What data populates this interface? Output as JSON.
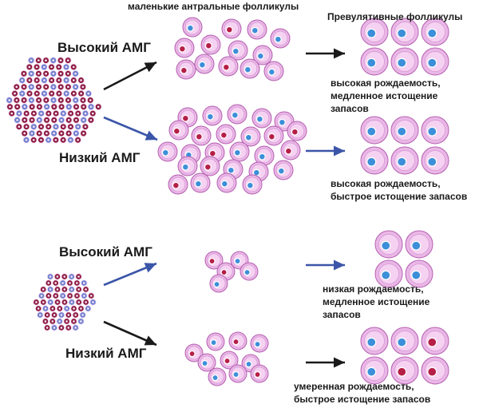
{
  "headers": {
    "small_antral": "маленькие антральные фолликулы",
    "preovulatory": "Превулятивные фолликулы"
  },
  "top": {
    "high_amg_label": "Высокий АМГ",
    "low_amg_label": "Низкий АМГ",
    "outcome_high": "высокая рождаемость, медленное истощение запасов",
    "outcome_low": "высокая рождаемость, быстрое истощение запасов"
  },
  "bottom": {
    "high_amg_label": "Высокий АМГ",
    "low_amg_label": "Низкий АМГ",
    "outcome_high": "низкая рождаемость, медленное истощение запасов",
    "outcome_low": "умеренная рождаемость, быстрое истощение запасов"
  },
  "colors": {
    "follicle_outer": "#e9b7e6",
    "follicle_inner": "#f6d2f2",
    "follicle_border": "#b45fb0",
    "oocyte_red": "#b51f47",
    "oocyte_blue": "#3c8fd8",
    "arrow_black": "#1a1a1a",
    "arrow_blue": "#3b55a8",
    "cluster_red": "#8e1a3f",
    "cluster_blue": "#6f7fd0"
  },
  "icons": {
    "follicle": "follicle-icon",
    "arrow": "arrow-icon",
    "cluster": "ovarian-reserve-cluster"
  }
}
